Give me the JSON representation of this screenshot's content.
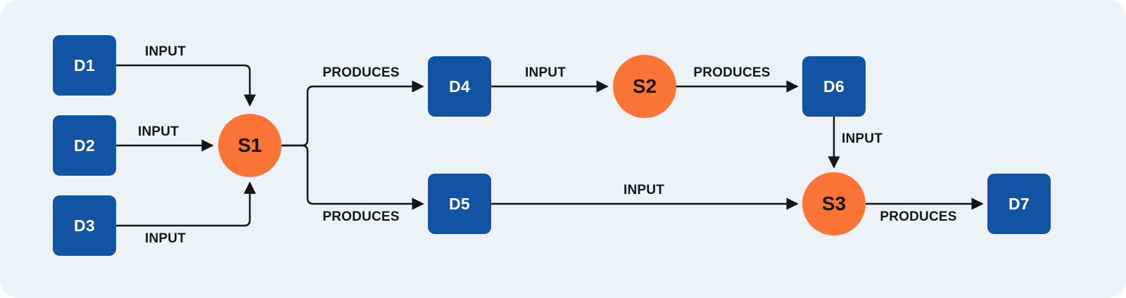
{
  "diagram": {
    "nodes": [
      {
        "id": "D1",
        "label": "D1",
        "type": "data"
      },
      {
        "id": "D2",
        "label": "D2",
        "type": "data"
      },
      {
        "id": "D3",
        "label": "D3",
        "type": "data"
      },
      {
        "id": "S1",
        "label": "S1",
        "type": "process"
      },
      {
        "id": "D4",
        "label": "D4",
        "type": "data"
      },
      {
        "id": "D5",
        "label": "D5",
        "type": "data"
      },
      {
        "id": "S2",
        "label": "S2",
        "type": "process"
      },
      {
        "id": "D6",
        "label": "D6",
        "type": "data"
      },
      {
        "id": "S3",
        "label": "S3",
        "type": "process"
      },
      {
        "id": "D7",
        "label": "D7",
        "type": "data"
      }
    ],
    "edges": [
      {
        "from": "D1",
        "to": "S1",
        "label": "INPUT"
      },
      {
        "from": "D2",
        "to": "S1",
        "label": "INPUT"
      },
      {
        "from": "D3",
        "to": "S1",
        "label": "INPUT"
      },
      {
        "from": "S1",
        "to": "D4",
        "label": "PRODUCES"
      },
      {
        "from": "S1",
        "to": "D5",
        "label": "PRODUCES"
      },
      {
        "from": "D4",
        "to": "S2",
        "label": "INPUT"
      },
      {
        "from": "S2",
        "to": "D6",
        "label": "PRODUCES"
      },
      {
        "from": "D6",
        "to": "S3",
        "label": "INPUT"
      },
      {
        "from": "D5",
        "to": "S3",
        "label": "INPUT"
      },
      {
        "from": "S3",
        "to": "D7",
        "label": "PRODUCES"
      }
    ],
    "colors": {
      "background": "#edf2f7",
      "data_node": "#1253a4",
      "process_node": "#f97435",
      "data_node_text": "#ffffff",
      "process_node_text": "#14181c",
      "edge": "#161616"
    }
  }
}
